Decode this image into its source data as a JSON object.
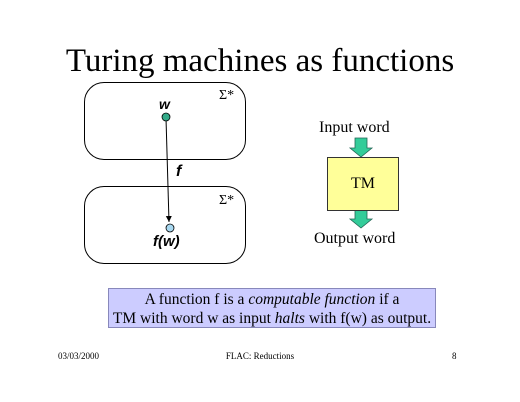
{
  "slide": {
    "title": "Turing machines as functions"
  },
  "diagram": {
    "top_domain_label": "Σ*",
    "bottom_domain_label": "Σ*",
    "input_element_label": "w",
    "function_label": "f",
    "output_element_label": "f(w)",
    "input_dot_color": "#33aa88",
    "output_dot_color": "#a8d8f0"
  },
  "tm_block": {
    "input_label": "Input word",
    "box_label": "TM",
    "output_label": "Output word",
    "arrow_color": "#33cc99",
    "box_color": "#ffff99"
  },
  "caption": {
    "line1_before": "A function f is a ",
    "line1_em": "computable function",
    "line1_after": " if a",
    "line2_before": "TM with word w as input ",
    "line2_em": "halts",
    "line2_after": " with f(w) as output.",
    "background": "#ccccff"
  },
  "footer": {
    "date": "03/03/2000",
    "course": "FLAC: Reductions",
    "page": "8"
  }
}
